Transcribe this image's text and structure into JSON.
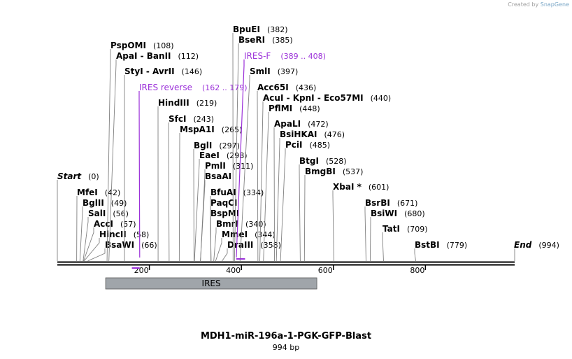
{
  "brand": {
    "prefix": "Created by",
    "name": "SnapGene"
  },
  "title": "MDH1-miR-196a-1-PGK-GFP-Blast",
  "subtitle": "994 bp",
  "colors": {
    "enzyme": "#000000",
    "primer": "#9b30d9",
    "feature_fill": "#a0a5aa",
    "line": "#808080"
  },
  "sequence_length": 994,
  "ticks": [
    200,
    400,
    600,
    800
  ],
  "features": [
    {
      "name": "IRES",
      "start": 105,
      "end": 564
    }
  ],
  "primers": [
    {
      "name": "IRES-F",
      "range": "(389 .. 408)",
      "start": 389,
      "end": 408,
      "direction": "forward"
    },
    {
      "name": "IRES reverse",
      "range": "(162 .. 179)",
      "start": 162,
      "end": 179,
      "direction": "reverse"
    }
  ],
  "sites": [
    {
      "name": "Start",
      "pos": "(0)",
      "bp": 0,
      "italic": true
    },
    {
      "name": "MfeI",
      "pos": "(42)",
      "bp": 42
    },
    {
      "name": "BglII",
      "pos": "(49)",
      "bp": 49
    },
    {
      "name": "SalI",
      "pos": "(56)",
      "bp": 56
    },
    {
      "name": "AccI",
      "pos": "(57)",
      "bp": 57
    },
    {
      "name": "HincII",
      "pos": "(58)",
      "bp": 58
    },
    {
      "name": "BsaWI",
      "pos": "(66)",
      "bp": 66
    },
    {
      "name": "PspOMI",
      "pos": "(108)",
      "bp": 108
    },
    {
      "name": "ApaI  - BanII",
      "pos": "(112)",
      "bp": 112
    },
    {
      "name": "StyI  - AvrII",
      "pos": "(146)",
      "bp": 146
    },
    {
      "name": "HindIII",
      "pos": "(219)",
      "bp": 219
    },
    {
      "name": "SfcI",
      "pos": "(243)",
      "bp": 243
    },
    {
      "name": "MspA1I",
      "pos": "(265)",
      "bp": 265
    },
    {
      "name": "BglI",
      "pos": "(297)",
      "bp": 297
    },
    {
      "name": "EaeI",
      "pos": "(298)",
      "bp": 298
    },
    {
      "name": "PmlI",
      "pos": "(311)",
      "bp": 311
    },
    {
      "name": "BsaAI",
      "pos": "",
      "bp": 311
    },
    {
      "name": "BfuAI",
      "pos": "(334)",
      "bp": 334
    },
    {
      "name": "PaqCI",
      "pos": "",
      "bp": 334
    },
    {
      "name": "BspMI",
      "pos": "",
      "bp": 334
    },
    {
      "name": "BmrI",
      "pos": "(340)",
      "bp": 340
    },
    {
      "name": "MmeI",
      "pos": "(344)",
      "bp": 344
    },
    {
      "name": "DraIII",
      "pos": "(358)",
      "bp": 358
    },
    {
      "name": "BpuEI",
      "pos": "(382)",
      "bp": 382
    },
    {
      "name": "BseRI",
      "pos": "(385)",
      "bp": 385
    },
    {
      "name": "SmlI",
      "pos": "(397)",
      "bp": 397
    },
    {
      "name": "Acc65I",
      "pos": "(436)",
      "bp": 436
    },
    {
      "name": "AcuI  - KpnI  - Eco57MI",
      "pos": "(440)",
      "bp": 440
    },
    {
      "name": "PflMI",
      "pos": "(448)",
      "bp": 448
    },
    {
      "name": "ApaLI",
      "pos": "(472)",
      "bp": 472
    },
    {
      "name": "BsiHKAI",
      "pos": "(476)",
      "bp": 476
    },
    {
      "name": "PciI",
      "pos": "(485)",
      "bp": 485
    },
    {
      "name": "BtgI",
      "pos": "(528)",
      "bp": 528
    },
    {
      "name": "BmgBI",
      "pos": "(537)",
      "bp": 537
    },
    {
      "name": "XbaI *",
      "pos": "(601)",
      "bp": 601
    },
    {
      "name": "BsrBI",
      "pos": "(671)",
      "bp": 671
    },
    {
      "name": "BsiWI",
      "pos": "(680)",
      "bp": 680
    },
    {
      "name": "TatI",
      "pos": "(709)",
      "bp": 709
    },
    {
      "name": "BstBI",
      "pos": "(779)",
      "bp": 779
    },
    {
      "name": "End",
      "pos": "(994)",
      "bp": 994,
      "italic": true
    }
  ]
}
